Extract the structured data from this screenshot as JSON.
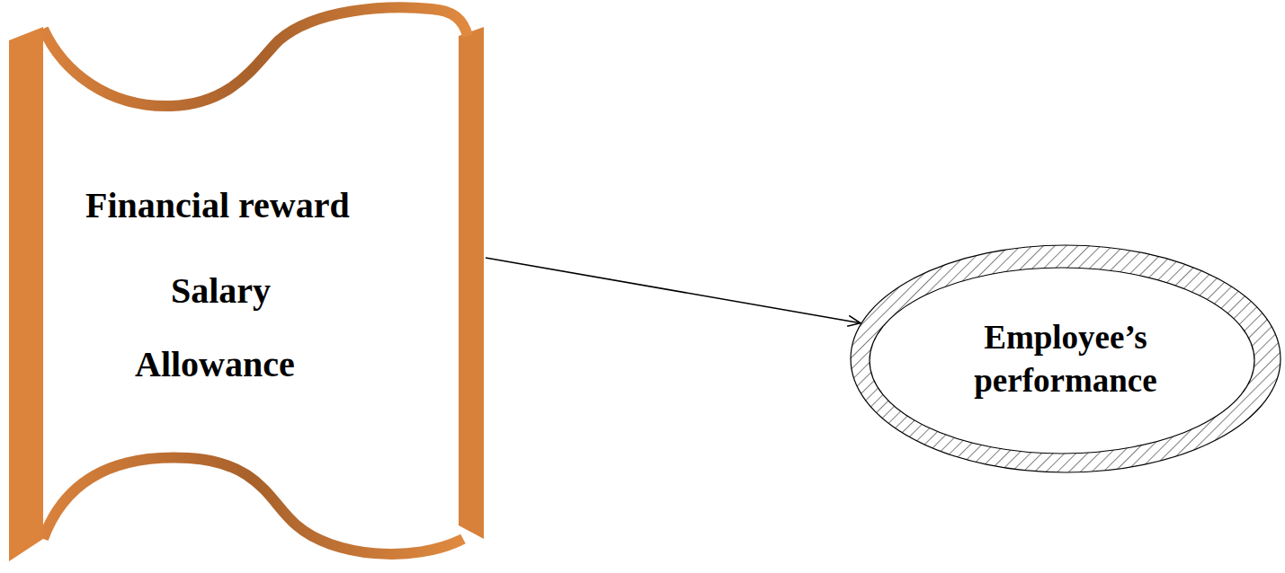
{
  "diagram": {
    "nodes": [
      {
        "text": [
          "Financial reward",
          "Salary",
          "Allowance"
        ]
      },
      {
        "text": [
          "Employee’s performance"
        ]
      }
    ],
    "edges": [
      {
        "from": 0,
        "to": 1,
        "arrow": "to"
      }
    ]
  }
}
